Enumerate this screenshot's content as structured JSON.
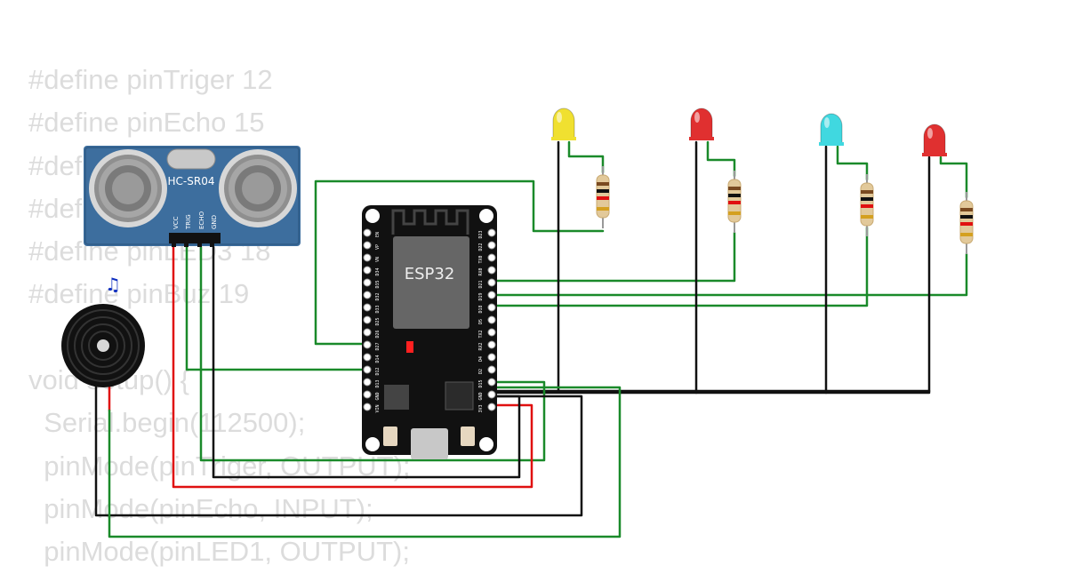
{
  "code_lines": [
    "#define pinTriger 12",
    "#define pinEcho 15",
    "#define pinLED1 14",
    "#define pinLED2 17",
    "#define pinLED3 18",
    "#define pinBuz 19",
    "",
    "void setup() {",
    "  Serial.begin(112500);",
    "  pinMode(pinTriger, OUTPUT);",
    "  pinMode(pinEcho, INPUT);",
    "  pinMode(pinLED1, OUTPUT);"
  ],
  "sensor": {
    "label": "HC-SR04",
    "pins": [
      "VCC",
      "TRIG",
      "ECHO",
      "GND"
    ],
    "board_color": "#3d6e9e"
  },
  "board": {
    "label": "ESP32",
    "left_pins": [
      "EN",
      "VP",
      "VN",
      "D34",
      "D35",
      "D32",
      "D33",
      "D25",
      "D26",
      "D27",
      "D14",
      "D12",
      "D13",
      "GND",
      "VIN"
    ],
    "right_pins": [
      "D23",
      "D22",
      "TX0",
      "RX0",
      "D21",
      "D19",
      "D18",
      "D5",
      "TX2",
      "RX2",
      "D4",
      "D2",
      "D15",
      "GND",
      "3V3"
    ]
  },
  "leds": [
    {
      "color": "yellow",
      "hex": "#f0e030"
    },
    {
      "color": "red",
      "hex": "#e03030"
    },
    {
      "color": "cyan",
      "hex": "#40d8e0"
    },
    {
      "color": "red",
      "hex": "#e03030"
    }
  ],
  "buzzer": {
    "note_icon": "♫"
  },
  "wire_colors": {
    "signal": "#1a8a2a",
    "power": "#e01010",
    "ground": "#111111"
  }
}
